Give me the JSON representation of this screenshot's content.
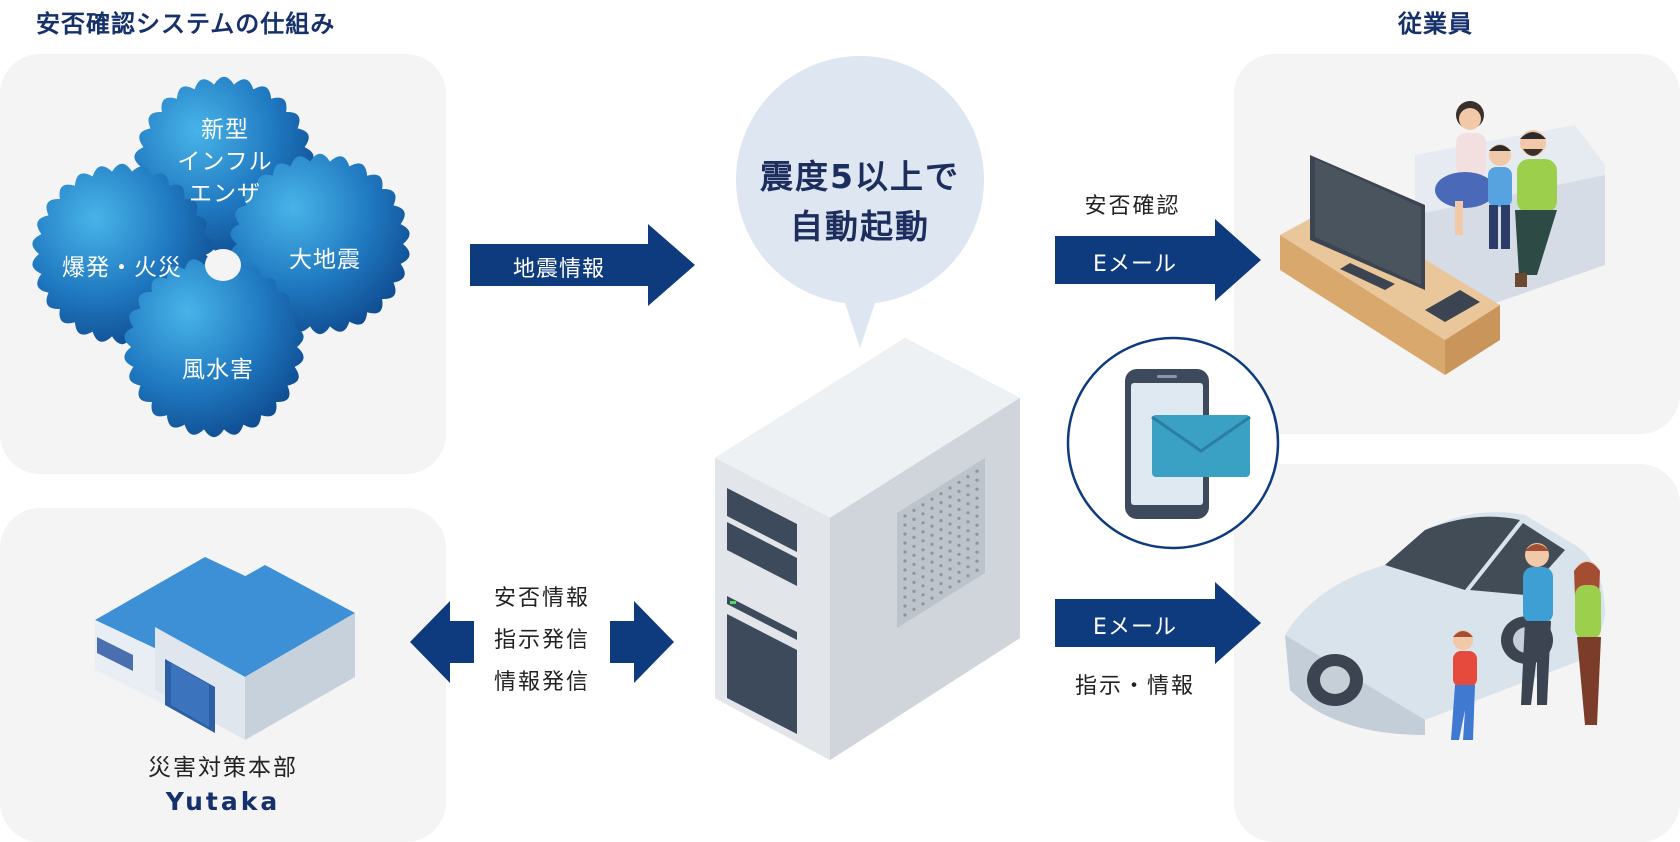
{
  "header": {
    "diagram_title": "安否確認システムの仕組み",
    "employees_title": "従業員"
  },
  "disasters": {
    "new_flu": [
      "新型",
      "インフル",
      "エンザ"
    ],
    "explosion_fire": "爆発・火災",
    "earthquake": "大地震",
    "wind_flood": "風水害"
  },
  "arrows": {
    "quake_info": "地震情報",
    "email_top": "Eメール",
    "email_bottom": "Eメール"
  },
  "server": {
    "bubble_line1": "震度5以上で",
    "bubble_line2": "自動起動"
  },
  "labels": {
    "safety_confirm": "安否確認",
    "instructions_info": "指示・情報",
    "bidirectional": [
      "安否情報",
      "指示発信",
      "情報発信"
    ]
  },
  "hq": {
    "name": "災害対策本部",
    "brand": "Yutaka"
  },
  "colors": {
    "navy": "#0e3a7e",
    "burst_light": "#3aa3dc",
    "burst_dark": "#0d4f96",
    "panel": "#f4f4f5",
    "bubble": "#dde6f1"
  }
}
